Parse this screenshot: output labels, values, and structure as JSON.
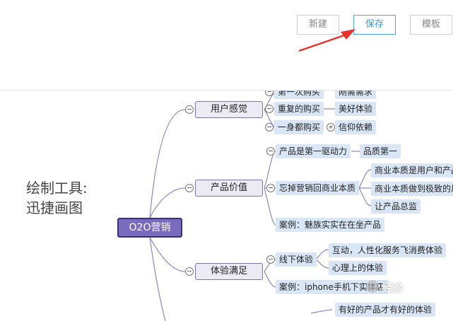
{
  "toolbar": {
    "new_label": "新建",
    "save_label": "保存",
    "template_label": "模板"
  },
  "side_title": {
    "line1": "绘制工具:",
    "line2": "迅捷画图"
  },
  "mindmap": {
    "root": "O2O营销",
    "branches": [
      {
        "label": "用户感觉",
        "children": [
          {
            "label": "第一次购买",
            "detail": "刚需需求"
          },
          {
            "label": "重复的购买",
            "detail": "美好体验"
          },
          {
            "label": "一身都购买",
            "detail": "信仰依赖"
          }
        ]
      },
      {
        "label": "产品价值",
        "children": [
          {
            "label": "产品是第一驱动力",
            "detail": "品质第一"
          },
          {
            "label": "忘掉营销回商业本质",
            "details": [
              "商业本质是用户和产品",
              "商业本质做到极致的用户体验",
              "让产品总监"
            ]
          },
          {
            "label": "案例：魅族实实在在坐产品"
          }
        ]
      },
      {
        "label": "体验满足",
        "children": [
          {
            "label": "线下体验",
            "details": [
              "互动，人性化服务飞消费体验",
              "心理上的体验"
            ]
          },
          {
            "label": "案例：iphone手机下实体店"
          }
        ]
      },
      {
        "label": "",
        "children": [
          {
            "label": "有好的产品才有好的体验"
          }
        ]
      }
    ]
  },
  "watermark": "经验",
  "colors": {
    "save_accent": "#3a9ad9",
    "root_fill": "#7a6bbf",
    "arrow": "#e8322b"
  }
}
